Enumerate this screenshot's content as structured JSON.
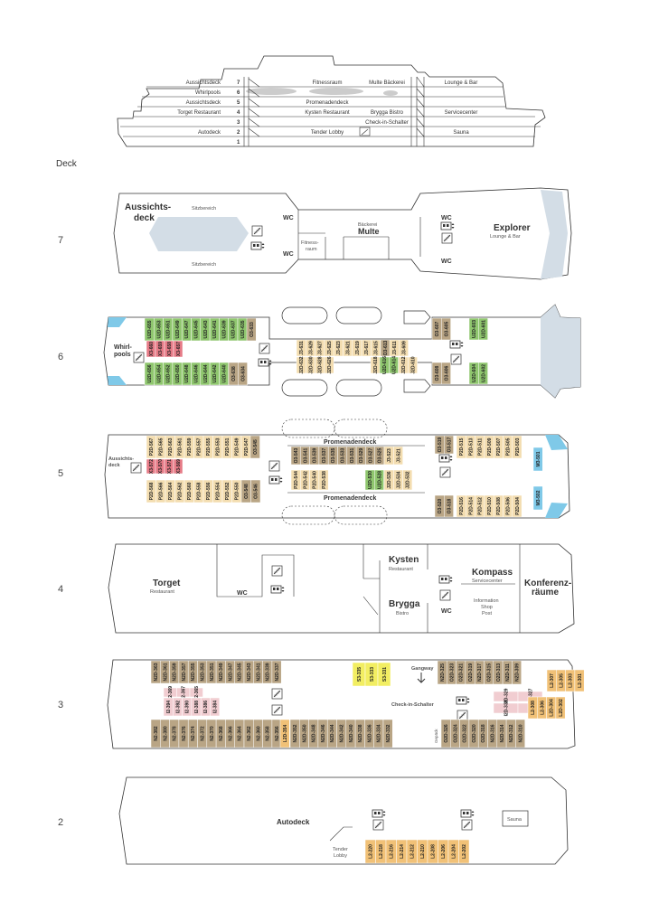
{
  "profile": {
    "rows": [
      {
        "num": "7",
        "left": "Aussichtsdeck",
        "c1": "Fitnessraum",
        "c2": "Multe Bäckerei",
        "right": "Lounge & Bar"
      },
      {
        "num": "6",
        "left": "Whirlpools",
        "c1": "",
        "c2": "",
        "right": ""
      },
      {
        "num": "5",
        "left": "Aussichtsdeck",
        "c1": "Promenadendeck",
        "c2": "",
        "right": ""
      },
      {
        "num": "4",
        "left": "Torget Restaurant",
        "c1": "Kysten Restaurant",
        "c2": "Brygga Bistro",
        "right": "Servicecenter"
      },
      {
        "num": "3",
        "left": "",
        "c1": "",
        "c2": "Check-in-Schalter",
        "right": ""
      },
      {
        "num": "2",
        "left": "Autodeck",
        "c1": "Tender Lobby",
        "c2": "",
        "right": "Sauna"
      },
      {
        "num": "1",
        "left": "",
        "c1": "",
        "c2": "",
        "right": ""
      }
    ]
  },
  "deck_heading": "Deck",
  "decks": {
    "d7": {
      "num": "7",
      "aussicht1": "Aussichts-",
      "aussicht2": "deck",
      "sitz_top": "Sitzbereich",
      "sitz_bottom": "Sitzbereich",
      "wc": "WC",
      "fitness1": "Fitness-",
      "fitness2": "raum",
      "baeckerei": "Bäckerei",
      "multe": "Multe",
      "explorer": "Explorer",
      "lounge": "Lounge & Bar"
    },
    "d6": {
      "num": "6",
      "whirl1": "Whirl-",
      "whirl2": "pools"
    },
    "d5": {
      "num": "5",
      "aussicht1": "Aussichts-",
      "aussicht2": "deck",
      "prom": "Promenadendeck"
    },
    "d4": {
      "num": "4",
      "torget": "Torget",
      "torget_sub": "Restaurant",
      "wc": "WC",
      "kysten": "Kysten",
      "kysten_sub": "Restaurant",
      "brygga": "Brygga",
      "brygga_sub": "Bistro",
      "kompass": "Kompass",
      "kompass_sub": "Servicecenter",
      "info1": "Information",
      "info2": "Shop",
      "info3": "Post",
      "konf1": "Konferenz-",
      "konf2": "räume"
    },
    "d3": {
      "num": "3",
      "gangway": "Gangway",
      "checkin": "Check-in-Schalter",
      "gepaeck": "Gepäck"
    },
    "d2": {
      "num": "2",
      "autodeck": "Autodeck",
      "tender1": "Tender",
      "tender2": "Lobby",
      "sauna": "Sauna"
    }
  },
  "colors": {
    "green": "#8fc66e",
    "red": "#e57a86",
    "tan": "#b9a585",
    "yellow": "#f2ee62",
    "pale": "#f3ddb0",
    "pink": "#f1cdd1",
    "orange": "#f1c177",
    "blue": "#7fc9e8",
    "deck": "#edf1f5",
    "lounge": "#d3dde6"
  },
  "cabins": {
    "d6_g_top": [
      "U2D-655",
      "U2D-653",
      "U2D-651",
      "U2D-649",
      "U2D-647",
      "U2D-645",
      "U2D-643",
      "U2D-641",
      "U2D-639",
      "U2D-637",
      "U2D-635"
    ],
    "d6_t_top": [
      "O3-633"
    ],
    "d6_r": [
      "X3-660",
      "X3-659",
      "X3-658",
      "X3-657"
    ],
    "d6_g_bot": [
      "U2D-656",
      "U2D-654",
      "U2D-652",
      "U2D-650",
      "U2D-648",
      "U2D-646",
      "U2D-644",
      "U2D-642",
      "U2D-640"
    ],
    "d6_t_bot": [
      "O3-638",
      "O3-634"
    ],
    "d6_y_top": [
      "J3-631",
      "J3-629",
      "J3-627",
      "J3-625",
      "J3-623",
      "J3-621",
      "J3-619",
      "J3-617",
      "J3-615"
    ],
    "d6_t_mid": [
      "O3-613"
    ],
    "d6_y_top2": [
      "J3-611",
      "J3-609"
    ],
    "d6_y_bot": [
      "J2D-632",
      "J2D-630",
      "J2D-628",
      "J2D-626"
    ],
    "d6_y_bot2": [
      "J2D-618"
    ],
    "d6_g_mid": [
      "U2D-616",
      "U2D-614"
    ],
    "d6_y_bot3": [
      "J2D-612",
      "J2D-610"
    ],
    "d6_t_right_top": [
      "O3-607",
      "O3-605"
    ],
    "d6_g_right_top": [
      "U2D-603",
      "U2D-601"
    ],
    "d6_t_right_bot": [
      "O3-608",
      "O3-606"
    ],
    "d6_g_right_bot": [
      "U2D-604",
      "U2D-602"
    ],
    "d5_pt": [
      "P2D-567",
      "P2D-565",
      "P2D-563",
      "P2D-561",
      "P2D-559",
      "P2D-557",
      "P2D-555",
      "P2D-553",
      "P2D-551",
      "P2D-549",
      "P2D-547"
    ],
    "d5_tt": [
      "O3-545"
    ],
    "d5_r": [
      "X3-572",
      "X3-570",
      "X3-571",
      "X3-569"
    ],
    "d5_pb": [
      "P2D-568",
      "P2D-566",
      "P2D-564",
      "P2D-562",
      "P2D-560",
      "P2D-558",
      "P2D-556",
      "P2D-554",
      "P2D-552",
      "P2D-550"
    ],
    "d5_tb": [
      "O3-548",
      "O3-546"
    ],
    "d5_mt": [
      "O3-543",
      "O3-541",
      "O3-539",
      "O3-537",
      "O3-535",
      "O3-533",
      "O3-531",
      "O3-529",
      "O3-527",
      "O3-525"
    ],
    "d5_yt": [
      "J3-523",
      "J3-521"
    ],
    "d5_pm": [
      "P2D-544",
      "P2D-542",
      "P2D-540",
      "P2D-538"
    ],
    "d5_gm": [
      "U2D-530",
      "U2D-528"
    ],
    "d5_ym": [
      "J2D-536",
      "J2D-534",
      "J2D-532"
    ],
    "d5_rt": [
      "O3-519",
      "O3-517"
    ],
    "d5_rpt": [
      "P2D-515",
      "P2D-513",
      "P2D-511",
      "P2D-509",
      "P2D-507",
      "P2D-505",
      "P2D-503"
    ],
    "d5_rb": [
      "O3-520",
      "O3-518"
    ],
    "d5_rpb": [
      "P2D-516",
      "P2D-514",
      "P2D-512",
      "P2D-510",
      "P2D-508",
      "P2D-506",
      "P2D-504"
    ],
    "d5_blue": [
      "M3-501",
      "M3-502"
    ],
    "d3_tt": [
      "N2D-363",
      "N2D-361",
      "N2D-359",
      "N2D-357",
      "N2D-355",
      "N2D-353",
      "N2D-351",
      "N2D-349",
      "N2D-347",
      "N2D-345",
      "N2D-343",
      "N2D-341",
      "N2D-339",
      "N2D-337"
    ],
    "d3_pk1": [
      "I2-369",
      "I2-367",
      "I2-365"
    ],
    "d3_pk2": [
      "I2-394",
      "I2-392",
      "I2-390",
      "I2-388",
      "I2-386",
      "I2-384"
    ],
    "d3_y": [
      "S3-335",
      "S3-333",
      "S3-331"
    ],
    "d3_rt": [
      "N2D-325",
      "O2D-323",
      "O2D-321",
      "O2D-319",
      "N2D-317",
      "O2D-315",
      "O2D-313",
      "N2D-311",
      "N2D-309"
    ],
    "d3_pkr": [
      "I2D-329",
      "I2D-327",
      "I2D-330",
      "I2D-328"
    ],
    "d3_or": [
      "L2-307",
      "L2-305",
      "L2-303",
      "L2-301"
    ],
    "d3_tb": [
      "N2-382",
      "N2-380",
      "N2-378",
      "N2-376",
      "N2-374",
      "N2-372",
      "N2-370",
      "N2-368",
      "N2-366",
      "N2-364",
      "N2-362",
      "N2-360",
      "N2-358",
      "N2-356"
    ],
    "d3_ob": [
      "L2D-354"
    ],
    "d3_tb2": [
      "N2D-352",
      "N2D-350",
      "N2D-348",
      "N2D-346",
      "N2D-344",
      "N2D-342",
      "N2D-340",
      "N2D-338",
      "N2D-336",
      "N2D-334",
      "N2D-332"
    ],
    "d3_tb3": [
      "O2D-326",
      "O2D-324",
      "O2D-322",
      "O2D-320",
      "O2D-318",
      "N2D-316",
      "N2D-314",
      "N2D-312",
      "N2D-310"
    ],
    "d3_orb": [
      "L2-308",
      "L2-306",
      "L2D-304",
      "L2D-302"
    ],
    "d2_o": [
      "L2-220",
      "L2-218",
      "L2-216",
      "L2-214",
      "L2-212",
      "L2-210",
      "L2-208",
      "L2-206",
      "L2-204",
      "L2-202"
    ]
  }
}
